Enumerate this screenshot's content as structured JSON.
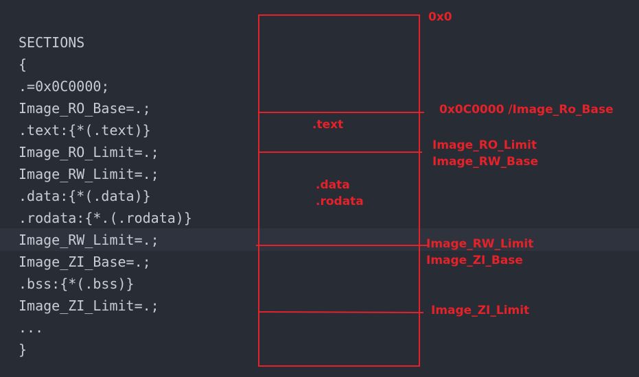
{
  "code_lines": [
    "SECTIONS",
    "{",
    ".=0x0C0000;",
    "Image_RO_Base=.;",
    ".text:{*(.text)}",
    "Image_RO_Limit=.;",
    "Image_RW_Limit=.;",
    ".data:{*(.data)}",
    ".rodata:{*.(.rodata)}",
    "Image_RW_Limit=.;",
    "Image_ZI_Base=.;",
    ".bss:{*(.bss)}",
    "Image_ZI_Limit=.;",
    "...",
    "}"
  ],
  "memory_map": {
    "top_address": "0x0",
    "text_region": ".text",
    "data_region": [
      ".data",
      ".rodata"
    ],
    "boundary_labels": {
      "ro_base": "0x0C0000 /Image_Ro_Base",
      "ro_limit": "Image_RO_Limit",
      "rw_base": "Image_RW_Base",
      "rw_limit": "Image_RW_Limit",
      "zi_base": "Image_ZI_Base",
      "zi_limit": "Image_ZI_Limit"
    }
  },
  "colors": {
    "background": "#282c34",
    "code_text": "#c8ccd4",
    "annotation": "#e5222a"
  }
}
